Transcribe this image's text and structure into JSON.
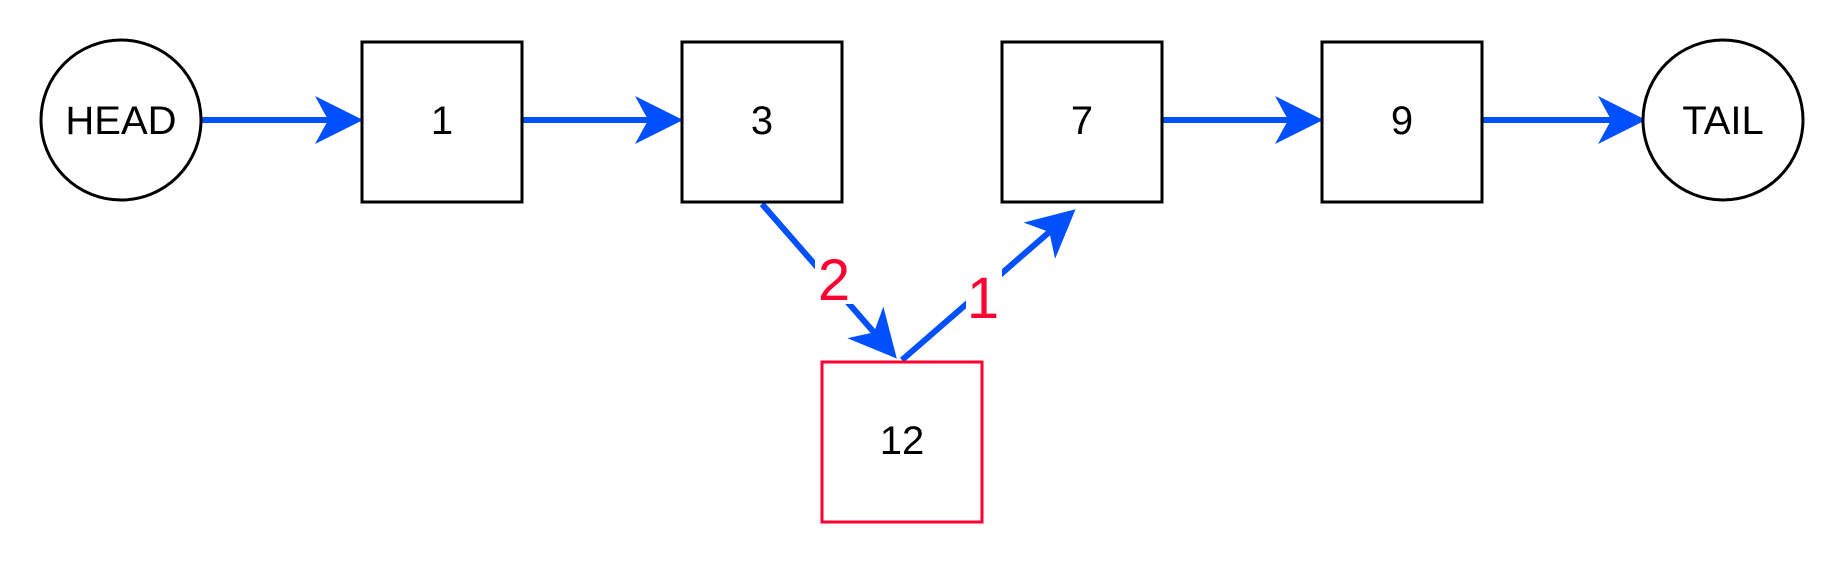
{
  "colors": {
    "arrow": "#0050ff",
    "node_border": "#000000",
    "new_node_border": "#ff0033",
    "step_label": "#ff0033",
    "background": "#ffffff"
  },
  "nodes": {
    "head": {
      "label": "HEAD",
      "shape": "circle"
    },
    "n1": {
      "label": "1",
      "shape": "box"
    },
    "n3": {
      "label": "3",
      "shape": "box"
    },
    "n7": {
      "label": "7",
      "shape": "box"
    },
    "n9": {
      "label": "9",
      "shape": "box"
    },
    "tail": {
      "label": "TAIL",
      "shape": "circle"
    },
    "n12": {
      "label": "12",
      "shape": "box",
      "highlighted": true
    }
  },
  "edges": [
    {
      "from": "HEAD",
      "to": "1"
    },
    {
      "from": "1",
      "to": "3"
    },
    {
      "from": "7",
      "to": "9"
    },
    {
      "from": "9",
      "to": "TAIL"
    },
    {
      "from": "3",
      "to": "12",
      "step": "2"
    },
    {
      "from": "12",
      "to": "7",
      "step": "1"
    }
  ],
  "steps": {
    "first": "1",
    "second": "2"
  }
}
